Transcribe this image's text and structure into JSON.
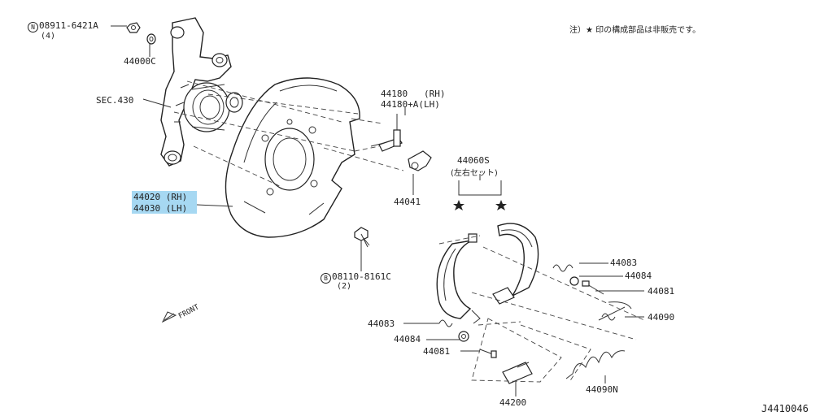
{
  "note": "注）★ 印の構成部品は非販売です。",
  "diagram_id": "J4410046",
  "front_label": "FRONT",
  "labels": {
    "nut_code": "08911-6421A",
    "nut_mark": "N",
    "nut_qty": "(4)",
    "p44000c": "44000C",
    "sec430": "SEC.430",
    "p44020": "44020 (RH)",
    "p44030": "44030 (LH)",
    "p44180": "44180   (RH)",
    "p44180a": "44180+A(LH)",
    "p44041": "44041",
    "p44060s": "44060S",
    "p44060s_sub": "(左右セット)",
    "bolt_code": "08110-8161C",
    "bolt_mark": "B",
    "bolt_qty": "(2)",
    "p44083_r": "44083",
    "p44084_r": "44084",
    "p44081_r": "44081",
    "p44090": "44090",
    "p44083_l": "44083",
    "p44084_l": "44084",
    "p44081_l": "44081",
    "p44200": "44200",
    "p44090n": "44090N"
  },
  "star_marks": [
    "★",
    "★"
  ],
  "highlight_color": "#a6d8f2"
}
